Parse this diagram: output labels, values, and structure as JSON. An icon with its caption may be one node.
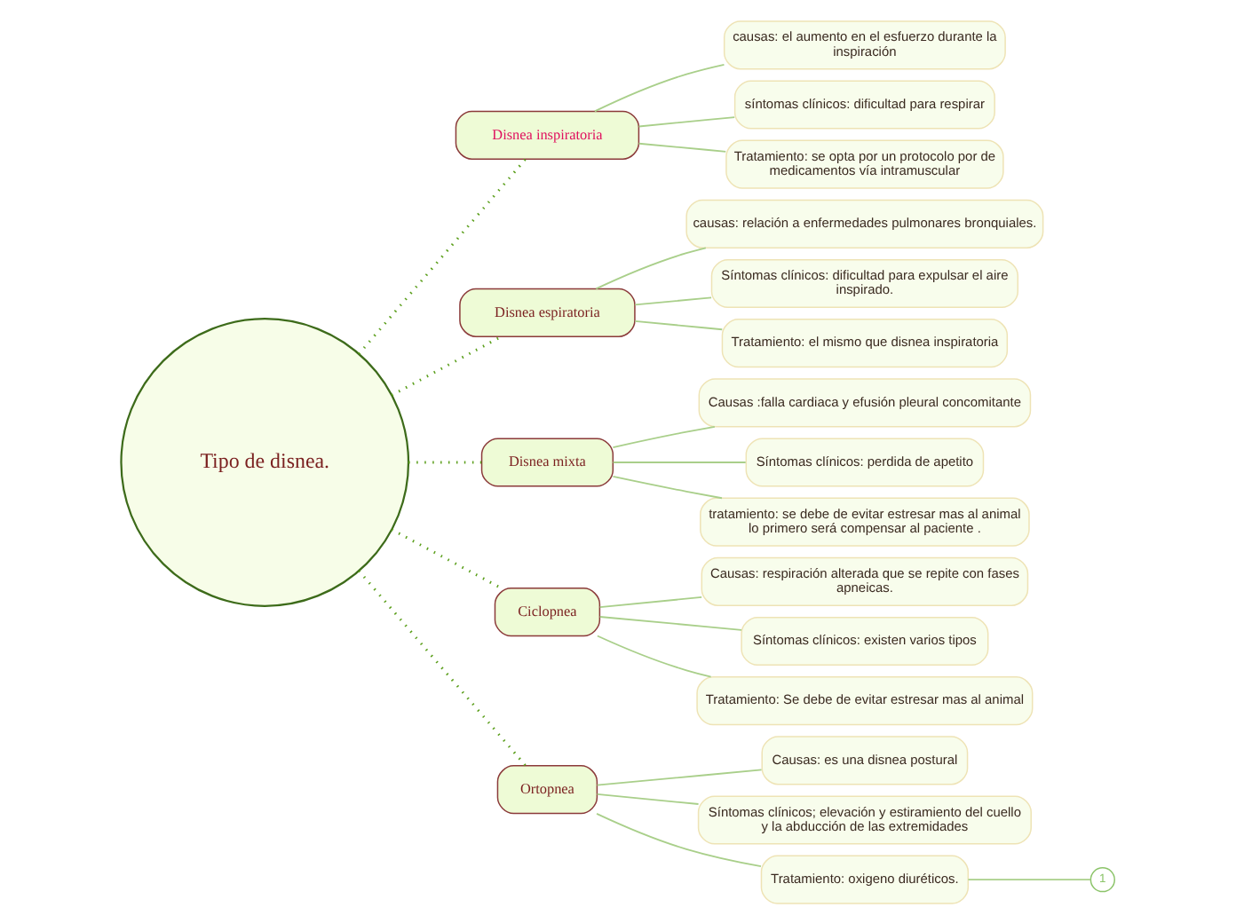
{
  "diagram": {
    "nodes": [
      {
        "text": [
          "Tipo de disnea."
        ]
      },
      {
        "text": [
          "Disnea inspiratoria"
        ]
      },
      {
        "text": [
          "causas: el aumento en el esfuerzo durante la inspiración"
        ]
      },
      {
        "text": [
          "síntomas clínicos: dificultad para respirar"
        ]
      },
      {
        "text": [
          "Tratamiento: se opta por un protocolo por de medicamentos vía intramuscular"
        ]
      },
      {
        "text": [
          "Disnea espiratoria"
        ]
      },
      {
        "text": [
          "causas: relación a enfermedades pulmonares bronquiales."
        ]
      },
      {
        "text": [
          "Síntomas clínicos: dificultad para expulsar el aire inspirado."
        ]
      },
      {
        "text": [
          "Tratamiento: el mismo que disnea inspiratoria"
        ]
      },
      {
        "text": [
          "Disnea mixta"
        ]
      },
      {
        "text": [
          "Causas :falla cardiaca y efusión pleural concomitante"
        ]
      },
      {
        "text": [
          "Síntomas clínicos: perdida de apetito"
        ]
      },
      {
        "text": [
          "tratamiento: se debe de evitar estresar mas al animal lo primero será compensar al paciente ."
        ]
      },
      {
        "text": [
          "Ciclopnea"
        ]
      },
      {
        "text": [
          "Causas: respiración alterada que se repite con fases apneicas."
        ]
      },
      {
        "text": [
          "Síntomas clínicos: existen varios tipos"
        ]
      },
      {
        "text": [
          "Tratamiento: Se debe de evitar estresar mas al animal"
        ]
      },
      {
        "text": [
          "Ortopnea"
        ]
      },
      {
        "text": [
          "Causas: es una disnea postural"
        ]
      },
      {
        "text": [
          "Síntomas clínicos; elevación y estiramiento del cuello y la abducción de las extremidades"
        ]
      },
      {
        "text": [
          "Tratamiento: oxigeno diuréticos."
        ]
      },
      {
        "text": [
          "1"
        ]
      }
    ],
    "edges": [
      {
        "from": 0,
        "to": 1,
        "arrow": "none",
        "style": "dashed",
        "color": "#5a9e1a"
      },
      {
        "from": 1,
        "to": 2,
        "arrow": "none"
      },
      {
        "from": 1,
        "to": 3,
        "arrow": "none"
      },
      {
        "from": 1,
        "to": 4,
        "arrow": "none"
      },
      {
        "from": 0,
        "to": 5,
        "arrow": "none",
        "style": "dashed",
        "color": "#5a9e1a"
      },
      {
        "from": 5,
        "to": 6,
        "arrow": "none"
      },
      {
        "from": 5,
        "to": 7,
        "arrow": "none"
      },
      {
        "from": 5,
        "to": 8,
        "arrow": "none"
      },
      {
        "from": 0,
        "to": 9,
        "arrow": "none",
        "style": "dashed",
        "color": "#5a9e1a"
      },
      {
        "from": 9,
        "to": 10,
        "arrow": "none"
      },
      {
        "from": 9,
        "to": 11,
        "arrow": "none"
      },
      {
        "from": 9,
        "to": 12,
        "arrow": "none"
      },
      {
        "from": 0,
        "to": 13,
        "arrow": "none",
        "style": "dashed",
        "color": "#5a9e1a"
      },
      {
        "from": 13,
        "to": 14,
        "arrow": "none"
      },
      {
        "from": 13,
        "to": 15,
        "arrow": "none"
      },
      {
        "from": 13,
        "to": 16,
        "arrow": "none"
      },
      {
        "from": 0,
        "to": 17,
        "arrow": "none",
        "style": "dashed",
        "color": "#5a9e1a"
      },
      {
        "from": 17,
        "to": 18,
        "arrow": "none"
      },
      {
        "from": 17,
        "to": 19,
        "arrow": "none"
      },
      {
        "from": 17,
        "to": 20,
        "arrow": "none"
      },
      {
        "from": 20,
        "to": 21,
        "arrow": "none"
      }
    ]
  }
}
